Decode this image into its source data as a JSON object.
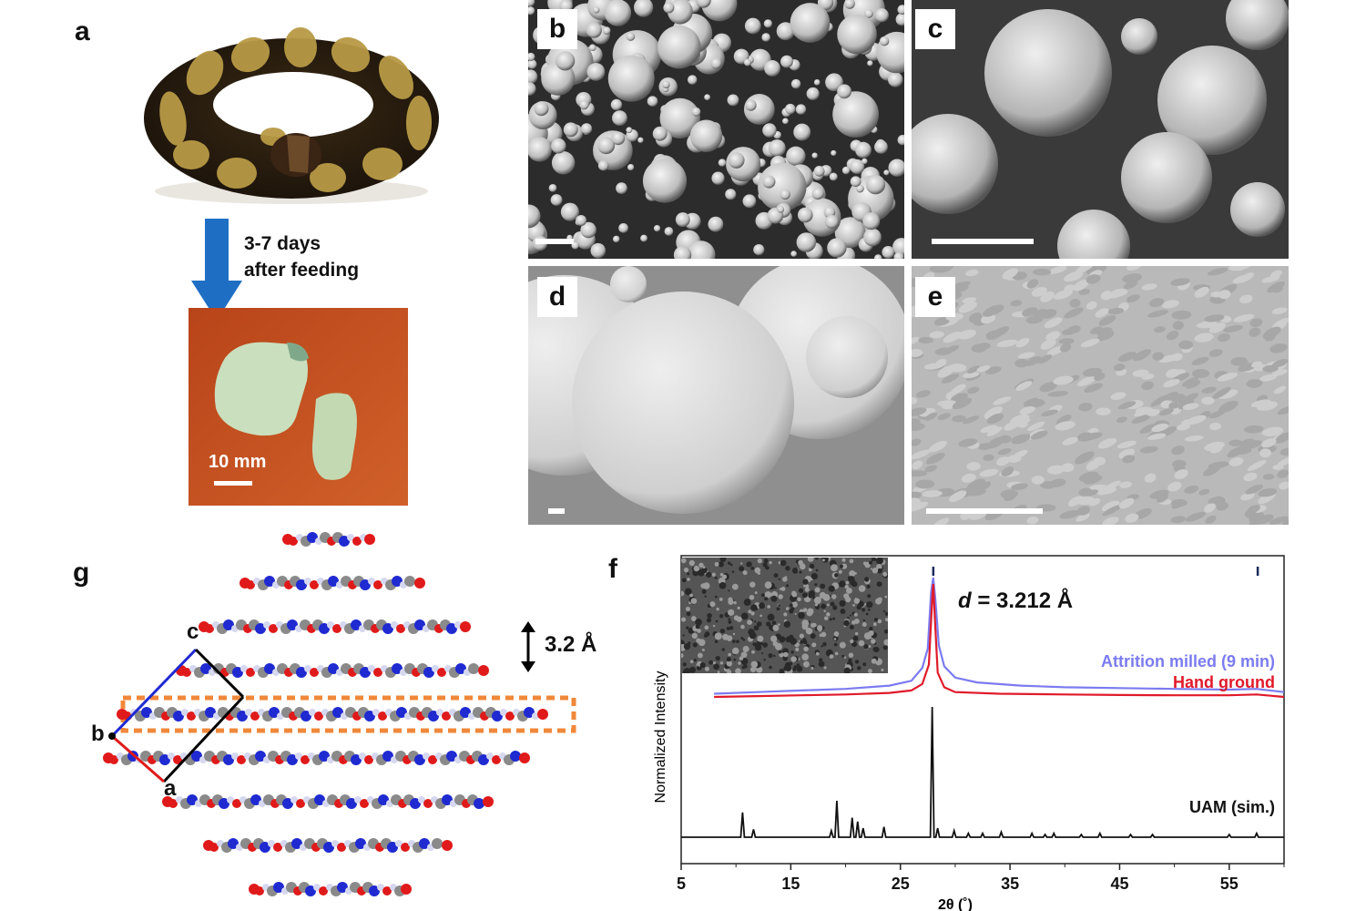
{
  "panels": {
    "a": {
      "label": "a",
      "arrow_text_line1": "3-7 days",
      "arrow_text_line2": "after feeding",
      "scale_text": "10 mm",
      "colors": {
        "arrow": "#1e6fc4",
        "background": "#c4501f",
        "pellet": "#c5dcb8"
      }
    },
    "b": {
      "label": "b"
    },
    "c": {
      "label": "c"
    },
    "d": {
      "label": "d"
    },
    "e": {
      "label": "e"
    },
    "g": {
      "label": "g",
      "axis_c": "c",
      "axis_b": "b",
      "axis_a": "a",
      "spacing_text": "3.2 Å",
      "colors": {
        "oxygen": "#e01a1a",
        "nitrogen": "#1f2ad1",
        "carbon": "#8a8a8a",
        "hydrogen": "#d6d8f0",
        "highlight": "#f0883a"
      }
    },
    "f": {
      "label": "f",
      "annotation_d": "d",
      "annotation_value": " = 3.212 Å"
    }
  },
  "chart_data": {
    "type": "line",
    "xlabel": "2θ (˚)",
    "ylabel": "Normalized Intensity",
    "xlim": [
      5,
      60
    ],
    "xticks": [
      5,
      15,
      25,
      35,
      45,
      55
    ],
    "series": [
      {
        "name": "Attrition milled (9 min)",
        "color": "#7b7bf0",
        "x": [
          8,
          12,
          16,
          20,
          24,
          26,
          27,
          27.5,
          27.8,
          28.0,
          28.2,
          28.5,
          29,
          30,
          32,
          36,
          40,
          45,
          50,
          55,
          57.5,
          60
        ],
        "y": [
          0.92,
          0.93,
          0.94,
          0.95,
          0.97,
          1.0,
          1.08,
          1.2,
          1.55,
          1.64,
          1.5,
          1.22,
          1.09,
          1.02,
          0.99,
          0.97,
          0.96,
          0.955,
          0.95,
          0.945,
          0.95,
          0.93
        ]
      },
      {
        "name": "Hand ground",
        "color": "#e01a2a",
        "x": [
          8,
          12,
          16,
          20,
          24,
          26,
          27,
          27.6,
          27.9,
          28.0,
          28.1,
          28.4,
          29,
          30,
          34,
          40,
          45,
          50,
          55,
          57.5,
          60
        ],
        "y": [
          0.9,
          0.905,
          0.91,
          0.915,
          0.925,
          0.94,
          0.98,
          1.1,
          1.5,
          1.6,
          1.45,
          1.05,
          0.96,
          0.93,
          0.92,
          0.915,
          0.912,
          0.91,
          0.91,
          0.915,
          0.9
        ]
      },
      {
        "name": "UAM (sim.)",
        "color": "#111111",
        "peaks": [
          [
            10.6,
            0.19
          ],
          [
            11.6,
            0.06
          ],
          [
            18.7,
            0.05
          ],
          [
            19.2,
            0.28
          ],
          [
            20.6,
            0.15
          ],
          [
            21.1,
            0.12
          ],
          [
            21.6,
            0.07
          ],
          [
            23.5,
            0.08
          ],
          [
            27.9,
            1.0
          ],
          [
            28.4,
            0.07
          ],
          [
            29.9,
            0.05
          ],
          [
            31.2,
            0.03
          ],
          [
            32.5,
            0.03
          ],
          [
            34.2,
            0.04
          ],
          [
            37.0,
            0.03
          ],
          [
            38.2,
            0.02
          ],
          [
            39.0,
            0.03
          ],
          [
            41.5,
            0.02
          ],
          [
            43.2,
            0.03
          ],
          [
            46.0,
            0.02
          ],
          [
            48.0,
            0.02
          ],
          [
            55.0,
            0.02
          ],
          [
            57.5,
            0.03
          ]
        ]
      }
    ],
    "tick_marks_top": [
      28.0,
      57.6
    ]
  }
}
